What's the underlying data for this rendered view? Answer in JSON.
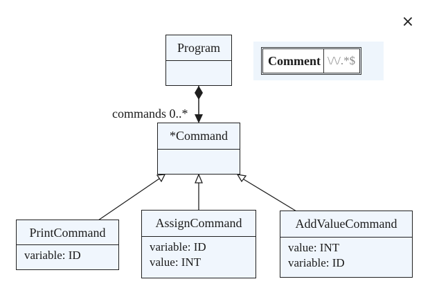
{
  "close_icon": "×",
  "classes": {
    "program": {
      "name": "Program",
      "attributes": []
    },
    "command": {
      "name": "*Command",
      "attributes": []
    },
    "print_command": {
      "name": "PrintCommand",
      "attributes": [
        "variable: ID"
      ]
    },
    "assign_command": {
      "name": "AssignCommand",
      "attributes": [
        "variable: ID",
        "value: INT"
      ]
    },
    "add_value_command": {
      "name": "AddValueCommand",
      "attributes": [
        "value: INT",
        "variable: ID"
      ]
    }
  },
  "association": {
    "role_label": "commands 0..*"
  },
  "comment": {
    "key": "Comment",
    "value": "\\/\\/.*$"
  },
  "colors": {
    "class_fill": "#f0f6fd",
    "stroke": "#1f1f1f",
    "comment_bg": "#eef5fc"
  }
}
